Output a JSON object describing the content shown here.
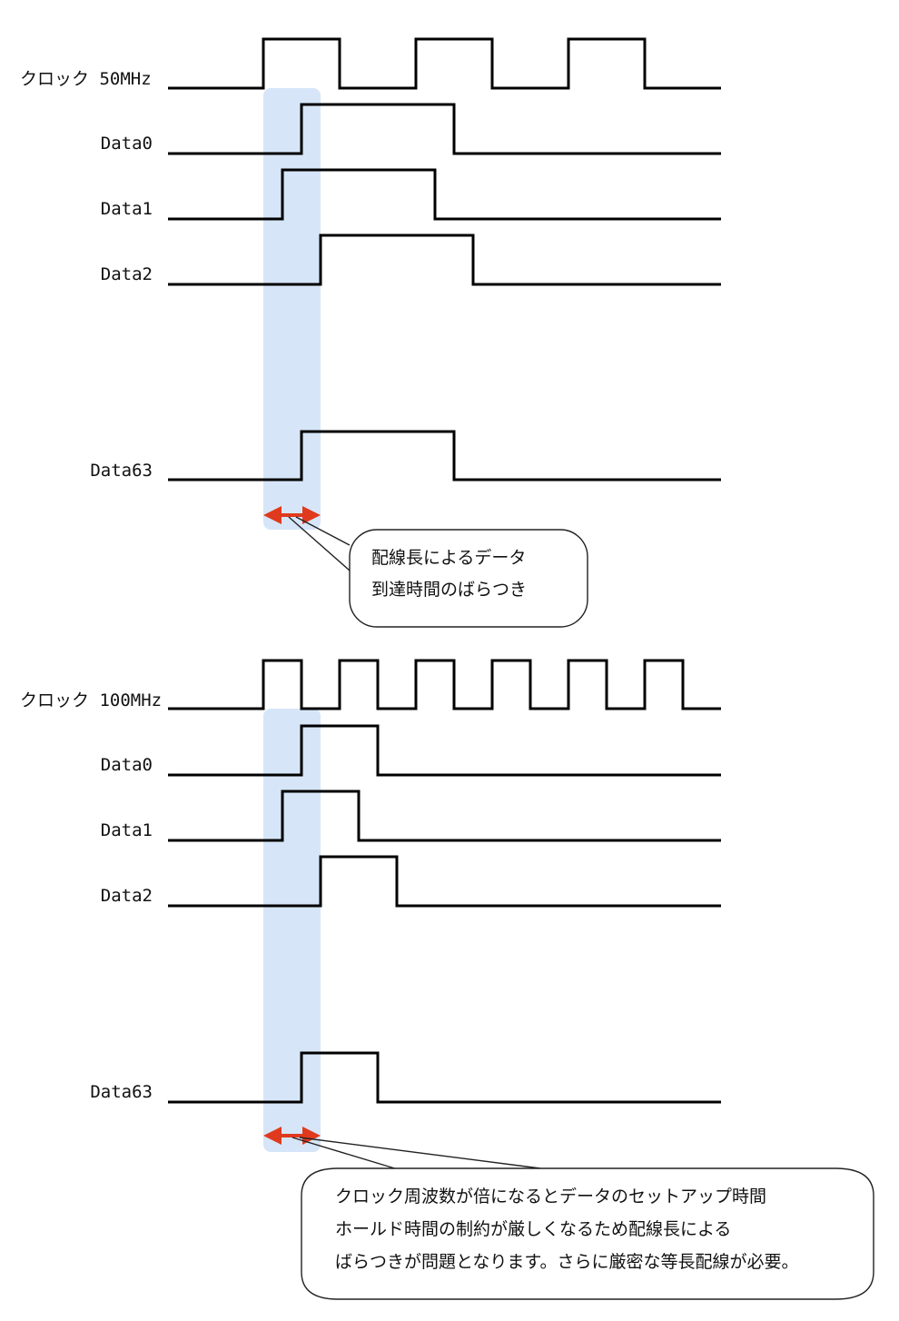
{
  "section_50mhz": {
    "clock_label": "クロック 50MHz",
    "signal_labels": [
      "Data0",
      "Data1",
      "Data2",
      "Data63"
    ],
    "callout_lines": [
      "配線長によるデータ",
      "到達時間のばらつき"
    ]
  },
  "section_100mhz": {
    "clock_label": "クロック 100MHz",
    "signal_labels": [
      "Data0",
      "Data1",
      "Data2",
      "Data63"
    ],
    "callout_lines": [
      "クロック周波数が倍になるとデータのセットアップ時間",
      "ホールド時間の制約が厳しくなるため配線長による",
      "ばらつきが問題となります。さらに厳密な等長配線が必要。"
    ]
  },
  "colors": {
    "skew_band": "#d6e6f8",
    "skew_arrow": "#e03a1e",
    "waveform": "#000000"
  }
}
